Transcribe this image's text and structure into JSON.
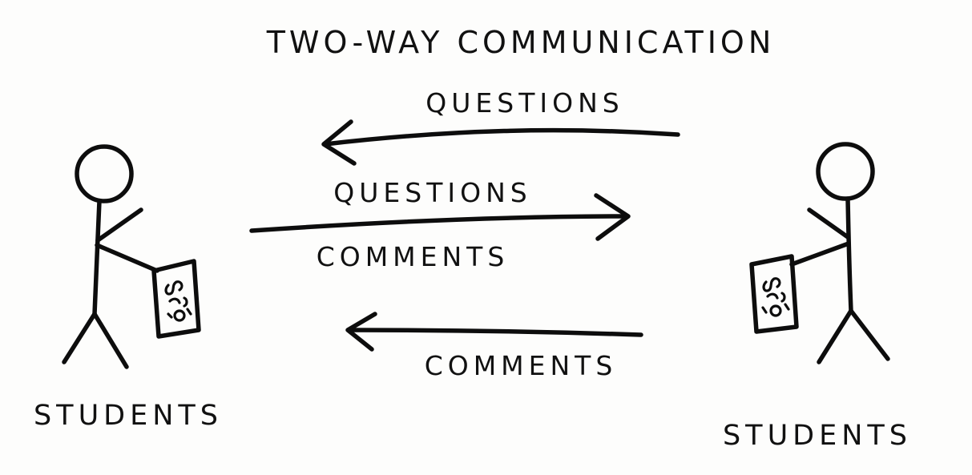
{
  "diagram": {
    "title": "TWO-WAY COMMUNICATION",
    "left_person": {
      "label": "STUDENTS"
    },
    "right_person": {
      "label": "STUDENTS"
    },
    "flows": [
      {
        "label": "QUESTIONS",
        "direction": "right-to-left"
      },
      {
        "label": "QUESTIONS",
        "direction": "left-to-right"
      },
      {
        "label": "COMMENTS",
        "direction": "left-to-right"
      },
      {
        "label": "COMMENTS",
        "direction": "right-to-left"
      }
    ]
  }
}
